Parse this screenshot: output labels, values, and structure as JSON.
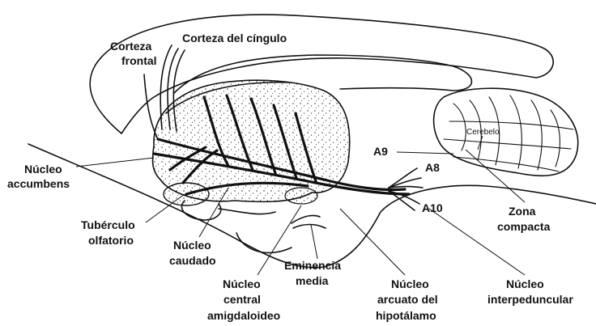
{
  "diagram": {
    "labels": {
      "corteza_frontal_1": "Corteza",
      "corteza_frontal_2": "frontal",
      "corteza_cingulo": "Corteza del cíngulo",
      "cerebelo": "Cerebelo",
      "a9": "A9",
      "a8": "A8",
      "a10": "A10",
      "nucleo_accumbens_1": "Núcleo",
      "nucleo_accumbens_2": "accumbens",
      "tuberculo_1": "Tubérculo",
      "tuberculo_2": "olfatorio",
      "caudado_1": "Núcleo",
      "caudado_2": "caudado",
      "central_1": "Núcleo",
      "central_2": "central",
      "central_3": "amigdaloideo",
      "eminencia_1": "Eminencia",
      "eminencia_2": "media",
      "arcuato_1": "Núcleo",
      "arcuato_2": "arcuato del",
      "arcuato_3": "hipotálamo",
      "zona_1": "Zona",
      "zona_2": "compacta",
      "interpeduncular_1": "Núcleo",
      "interpeduncular_2": "interpeduncular"
    }
  }
}
